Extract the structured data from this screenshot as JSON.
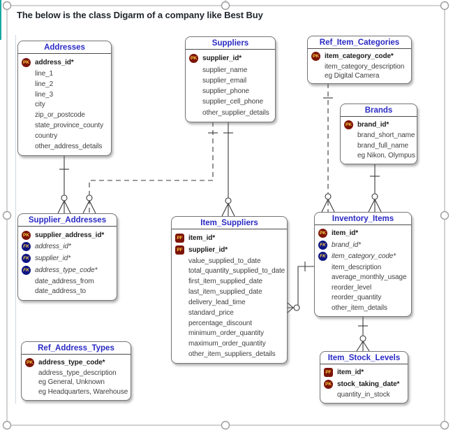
{
  "title": "The below is the class Digarm of a company like Best Buy",
  "badges": {
    "pk": "PK",
    "fk": "FK",
    "pf": "PF"
  },
  "colors": {
    "entity_title": "#2a2ac4",
    "pk_badge": "#7d1408",
    "fk_badge": "#0c1483",
    "badge_text": "#ffcf40",
    "line": "#3a3a3a",
    "selection_handle": "#9c9c9c",
    "teal_accent": "#18a7a3"
  },
  "entities": [
    {
      "name": "Addresses",
      "fields": [
        {
          "key": "pk",
          "label": "address_id*"
        },
        {
          "label": "line_1"
        },
        {
          "label": "line_2"
        },
        {
          "label": "line_3"
        },
        {
          "label": "city"
        },
        {
          "label": "zip_or_postcode"
        },
        {
          "label": "state_province_county"
        },
        {
          "label": "country"
        },
        {
          "label": "other_address_details"
        }
      ]
    },
    {
      "name": "Suppliers",
      "fields": [
        {
          "key": "pk",
          "label": "supplier_id*"
        },
        {
          "label": "supplier_name"
        },
        {
          "label": "supplier_email"
        },
        {
          "label": "supplier_phone"
        },
        {
          "label": "supplier_cell_phone"
        },
        {
          "label": "other_supplier_details"
        }
      ]
    },
    {
      "name": "Ref_Item_Categories",
      "fields": [
        {
          "key": "pk",
          "label": "item_category_code*"
        },
        {
          "label": "item_category_description"
        },
        {
          "label": "eg Digital Camera"
        }
      ]
    },
    {
      "name": "Brands",
      "fields": [
        {
          "key": "pk",
          "label": "brand_id*"
        },
        {
          "label": "brand_short_name"
        },
        {
          "label": "brand_full_name"
        },
        {
          "label": "eg Nikon, Olympus"
        }
      ]
    },
    {
      "name": "Supplier_Addresses",
      "fields": [
        {
          "key": "pk",
          "label": "supplier_address_id*"
        },
        {
          "key": "fk",
          "label": "address_id*"
        },
        {
          "key": "fk",
          "label": "supplier_id*"
        },
        {
          "key": "fk",
          "label": "address_type_code*"
        },
        {
          "label": "date_address_from"
        },
        {
          "label": "date_address_to"
        }
      ]
    },
    {
      "name": "Item_Suppliers",
      "fields": [
        {
          "key": "pf",
          "label": "item_id*"
        },
        {
          "key": "pf",
          "label": "supplier_id*"
        },
        {
          "label": "value_supplied_to_date"
        },
        {
          "label": "total_quantity_supplied_to_date"
        },
        {
          "label": "first_item_supplied_date"
        },
        {
          "label": "last_item_supplied_date"
        },
        {
          "label": "delivery_lead_time"
        },
        {
          "label": "standard_price"
        },
        {
          "label": "percentage_discount"
        },
        {
          "label": "minimum_order_quantity"
        },
        {
          "label": "maximum_order_quantity"
        },
        {
          "label": "other_item_suppliers_details"
        }
      ]
    },
    {
      "name": "Inventory_Items",
      "fields": [
        {
          "key": "pk",
          "label": "item_id*"
        },
        {
          "key": "fk",
          "label": "brand_id*"
        },
        {
          "key": "fk",
          "label": "item_category_code*"
        },
        {
          "label": "item_description"
        },
        {
          "label": "average_monthly_usage"
        },
        {
          "label": "reorder_level"
        },
        {
          "label": "reorder_quantity"
        },
        {
          "label": "other_item_details"
        }
      ]
    },
    {
      "name": "Ref_Address_Types",
      "fields": [
        {
          "key": "pk",
          "label": "address_type_code*"
        },
        {
          "label": "address_type_description"
        },
        {
          "label": "eg General, Unknown"
        },
        {
          "label": "eg Headquarters, Warehouse"
        }
      ]
    },
    {
      "name": "Item_Stock_Levels",
      "fields": [
        {
          "key": "pf",
          "label": "item_id*"
        },
        {
          "key": "pk",
          "label": "stock_taking_date*"
        },
        {
          "label": "quantity_in_stock"
        }
      ]
    }
  ],
  "relationships": [
    {
      "from": "Addresses",
      "to": "Supplier_Addresses",
      "from_card": "one",
      "to_card": "zero-or-many",
      "line": "solid"
    },
    {
      "from": "Suppliers",
      "to": "Supplier_Addresses",
      "from_card": "one",
      "to_card": "zero-or-many",
      "line": "dashed"
    },
    {
      "from": "Suppliers",
      "to": "Item_Suppliers",
      "from_card": "one",
      "to_card": "zero-or-many",
      "line": "solid"
    },
    {
      "from": "Ref_Item_Categories",
      "to": "Inventory_Items",
      "from_card": "one",
      "to_card": "zero-or-many",
      "line": "dashed"
    },
    {
      "from": "Brands",
      "to": "Inventory_Items",
      "from_card": "one",
      "to_card": "zero-or-many",
      "line": "solid"
    },
    {
      "from": "Inventory_Items",
      "to": "Item_Suppliers",
      "from_card": "one",
      "to_card": "zero-or-many",
      "line": "solid"
    },
    {
      "from": "Inventory_Items",
      "to": "Item_Stock_Levels",
      "from_card": "one",
      "to_card": "zero-or-many",
      "line": "solid"
    }
  ]
}
